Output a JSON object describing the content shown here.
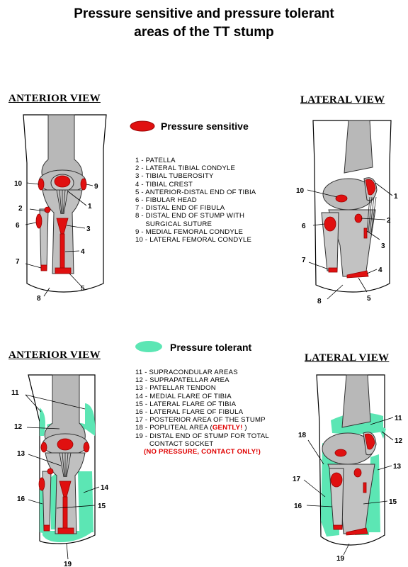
{
  "title_line1": "Pressure sensitive and pressure tolerant",
  "title_line2": "areas of the TT stump",
  "top_section": {
    "anterior_heading": "ANTERIOR VIEW",
    "lateral_heading": "LATERAL VIEW",
    "legend_label": "Pressure sensitive",
    "legend_color": "#e01010",
    "items": [
      "1 - PATELLA",
      "2 - LATERAL TIBIAL CONDYLE",
      "3 - TIBIAL TUBEROSITY",
      "4 - TIBIAL CREST",
      "5 - ANTERIOR-DISTAL END OF TIBIA",
      "6 - FIBULAR HEAD",
      "7 - DISTAL END OF FIBULA",
      "8 - DISTAL END OF STUMP WITH",
      "     SURGICAL SUTURE",
      "9 - MEDIAL FEMORAL CONDYLE",
      "10 - LATERAL FEMORAL CONDYLE"
    ],
    "anterior_callouts": [
      "10",
      "9",
      "2",
      "1",
      "6",
      "3",
      "4",
      "7",
      "5",
      "8"
    ],
    "lateral_callouts": [
      "10",
      "1",
      "2",
      "6",
      "3",
      "7",
      "4",
      "8",
      "5"
    ]
  },
  "bottom_section": {
    "anterior_heading": "ANTERIOR VIEW",
    "lateral_heading": "LATERAL VIEW",
    "legend_label": "Pressure tolerant",
    "legend_color": "#5ce6b4",
    "items": [
      "11 - SUPRACONDULAR AREAS",
      "12 - SUPRAPATELLAR AREA",
      "13 - PATELLAR TENDON",
      "14 - MEDIAL FLARE OF TIBIA",
      "15 - LATERAL FLARE OF TIBIA",
      "16 - LATERAL FLARE OF FIBULA",
      "17 - POSTERIOR AREA OF THE STUMP"
    ],
    "item18_prefix": "18 - POPLITEAL AREA (",
    "item18_red": "GENTLY!",
    "item18_suffix": " )",
    "item19_line1": "19 - DISTAL END OF STUMP FOR TOTAL",
    "item19_line2": "       CONTACT SOCKET",
    "item19_note": "(NO PRESSURE, CONTACT ONLY!)",
    "anterior_callouts": [
      "11",
      "12",
      "13",
      "14",
      "16",
      "15",
      "19"
    ],
    "lateral_callouts": [
      "11",
      "12",
      "18",
      "13",
      "17",
      "16",
      "15",
      "19"
    ]
  }
}
